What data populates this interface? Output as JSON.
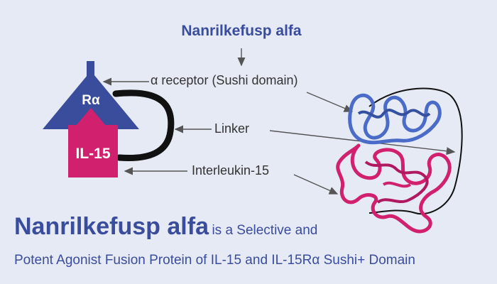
{
  "title": "Nanrilkefusp alfa",
  "callouts": {
    "receptor": "α receptor (Sushi domain)",
    "linker": "Linker",
    "interleukin": "Interleukin-15"
  },
  "schematic": {
    "receptor_label": "Rα",
    "il15_label": "IL-15"
  },
  "headline": {
    "name": "Nanrilkefusp alfa",
    "rest": "is a Selective and"
  },
  "subline": "Potent Agonist Fusion Protein of IL-15 and IL-15Rα Sushi+ Domain",
  "colors": {
    "background": "#e6eaf5",
    "blue": "#3a4c9c",
    "magenta": "#d0206e",
    "linker": "#111111"
  }
}
